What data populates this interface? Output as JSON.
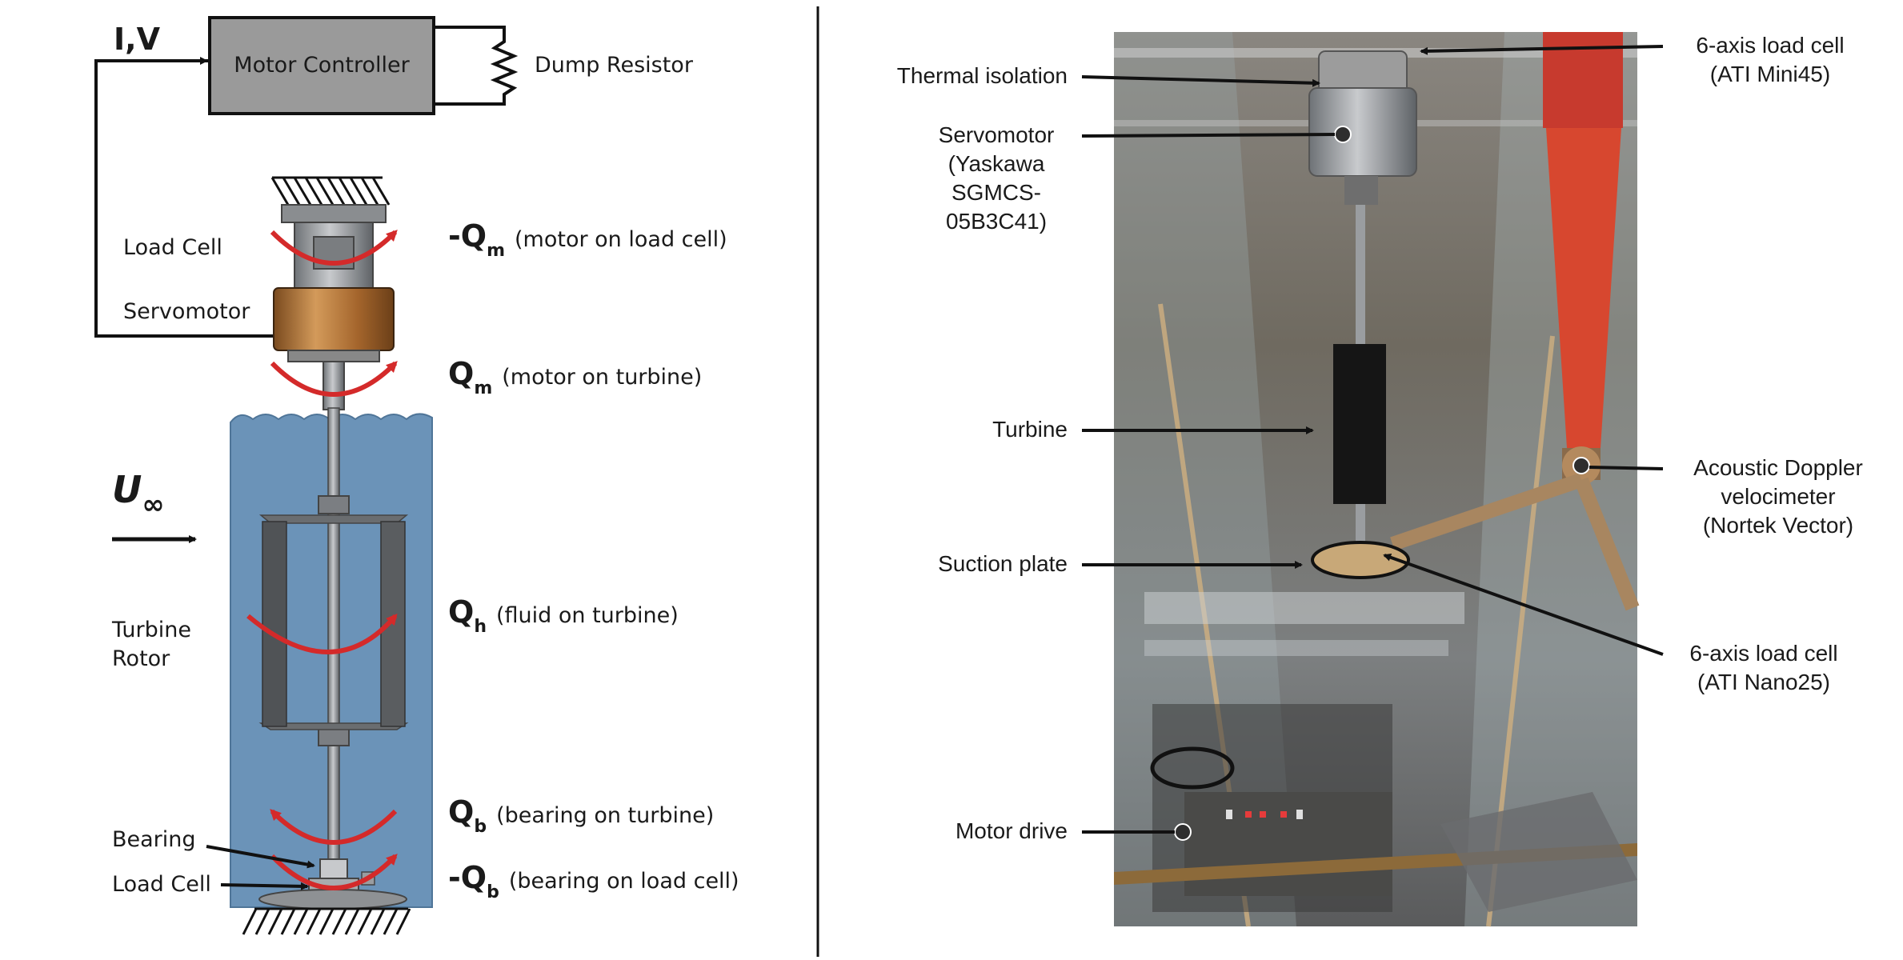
{
  "left_panel": {
    "input_label": "I,V",
    "motor_controller": "Motor Controller",
    "dump_resistor": "Dump Resistor",
    "load_cell_top": "Load Cell",
    "servomotor": "Servomotor",
    "u_inf": {
      "base": "U",
      "sub": "∞"
    },
    "turbine_rotor_line1": "Turbine",
    "turbine_rotor_line2": "Rotor",
    "bearing": "Bearing",
    "load_cell_bottom": "Load Cell",
    "torques": [
      {
        "prefix": "-Q",
        "sub": "m",
        "desc": "(motor on load cell)"
      },
      {
        "prefix": "Q",
        "sub": "m",
        "desc": "(motor on turbine)"
      },
      {
        "prefix": "Q",
        "sub": "h",
        "desc": "(fluid on turbine)"
      },
      {
        "prefix": "Q",
        "sub": "b",
        "desc": "(bearing on turbine)"
      },
      {
        "prefix": "-Q",
        "sub": "b",
        "desc": "(bearing on load cell)"
      }
    ]
  },
  "right_panel": {
    "thermal_isolation": "Thermal isolation",
    "servomotor_lines": [
      "Servomotor",
      "(Yaskawa",
      "SGMCS-",
      "05B3C41)"
    ],
    "turbine": "Turbine",
    "suction_plate": "Suction plate",
    "motor_drive": "Motor drive",
    "top_load_cell_lines": [
      "6-axis load cell",
      "(ATI Mini45)"
    ],
    "adv_lines": [
      "Acoustic Doppler",
      "velocimeter",
      "(Nortek Vector)"
    ],
    "bottom_load_cell_lines": [
      "6-axis load cell",
      "(ATI Nano25)"
    ]
  },
  "colors": {
    "water": "#6b93b8",
    "arrow_red": "#d42a2a",
    "motor_copper": "#b7773a",
    "controller_box": "#9a9a9a",
    "photo_marker": "#2e2e2e"
  }
}
